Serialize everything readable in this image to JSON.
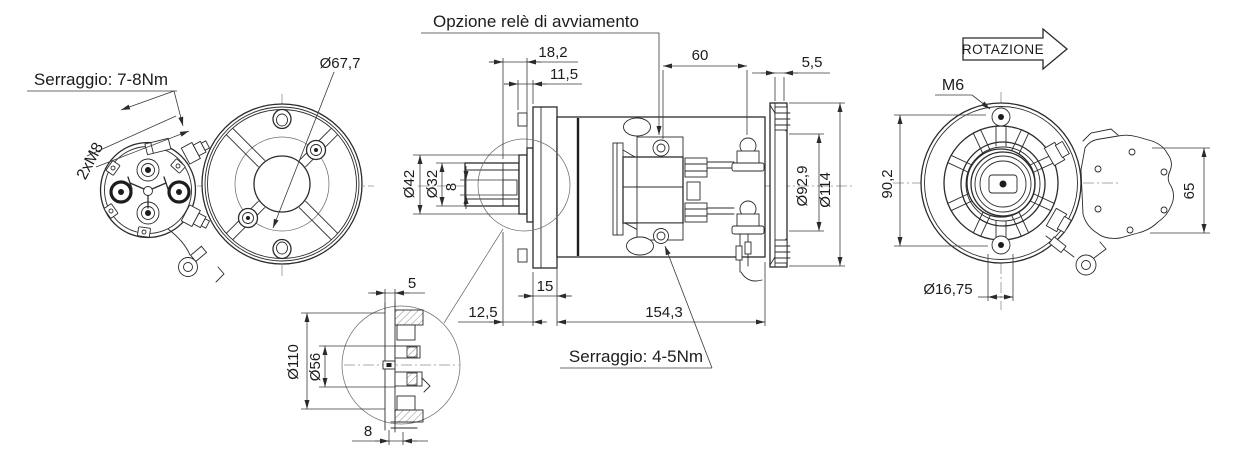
{
  "colors": {
    "line": "#2b2b2b",
    "dimension": "#3a3a3a",
    "centerline": "#8f8f8f",
    "background": "#ffffff"
  },
  "rear_view": {
    "torque_label": "Serraggio: 7-8Nm",
    "bolt_thread_label": "2xM8",
    "bolt_circle_dia": "Ø67,7"
  },
  "side_view": {
    "relay_option_label": "Opzione relè di avviamento",
    "torque_label": "Serraggio: 4-5Nm",
    "dims": {
      "spline_length": "18,2",
      "pilot_length": "11,5",
      "terminal_span": "60",
      "cap_offset": "5,5",
      "collar_dia": "Ø42",
      "shaft_dia": "Ø32",
      "key_width": "8",
      "housing_dia": "Ø92,9",
      "cap_dia": "Ø114",
      "tip_length": "12,5",
      "flange_thickness": "15",
      "body_length": "154,3"
    }
  },
  "detail_view": {
    "dims": {
      "plate_thickness": "5",
      "flange_dia": "Ø110",
      "bore_dia": "Ø56",
      "depth": "8"
    }
  },
  "front_view": {
    "rotation_label": "ROTAZIONE",
    "screw_label": "M6",
    "dims": {
      "bolt_span": "90,2",
      "cap_height": "65",
      "hub_dia": "Ø16,75"
    }
  }
}
